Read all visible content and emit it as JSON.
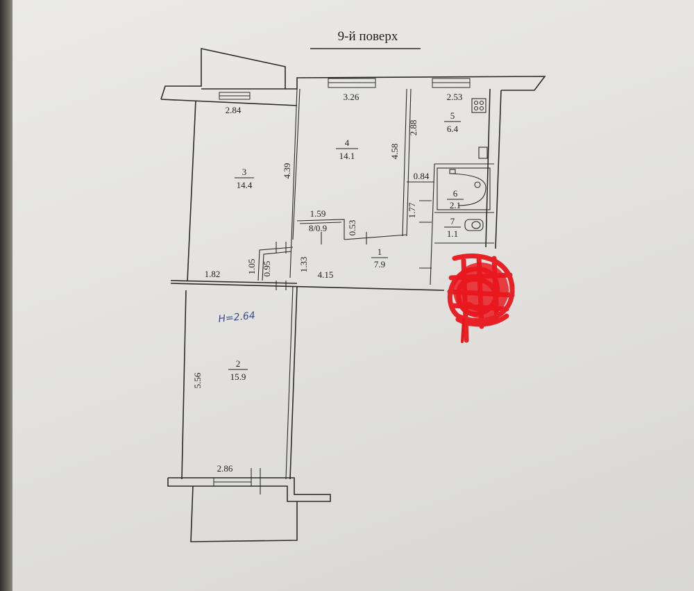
{
  "plan": {
    "title": "9-й поверх",
    "ceiling_note": "H=2.64",
    "rooms": [
      {
        "num": "1",
        "area": "7.9"
      },
      {
        "num": "2",
        "area": "15.9"
      },
      {
        "num": "3",
        "area": "14.4"
      },
      {
        "num": "4",
        "area": "14.1"
      },
      {
        "num": "5",
        "area": "6.4"
      },
      {
        "num": "6",
        "area": "2.1"
      },
      {
        "num": "7",
        "area": "1.1"
      }
    ],
    "closet_label": "8/0.9",
    "dims": {
      "r3_width": "2.84",
      "r3_length": "4.39",
      "r4_width": "3.26",
      "r4_length": "4.58",
      "r5_width": "2.53",
      "r5_length": "2.88",
      "bath_gap": "0.84",
      "hall_side": "1.77",
      "closet_w": "1.59",
      "closet_d": "0.53",
      "hall_a": "1.05",
      "hall_b": "0.95",
      "hall_c": "1.33",
      "hall_len": "4.15",
      "hall_left": "1.82",
      "r2_length": "5.56",
      "r2_width": "2.86"
    }
  },
  "colors": {
    "paper": "#e6e5e1",
    "line": "#2a2a2a",
    "handwriting": "#3d4a8a",
    "scribble": "#e8161c"
  }
}
